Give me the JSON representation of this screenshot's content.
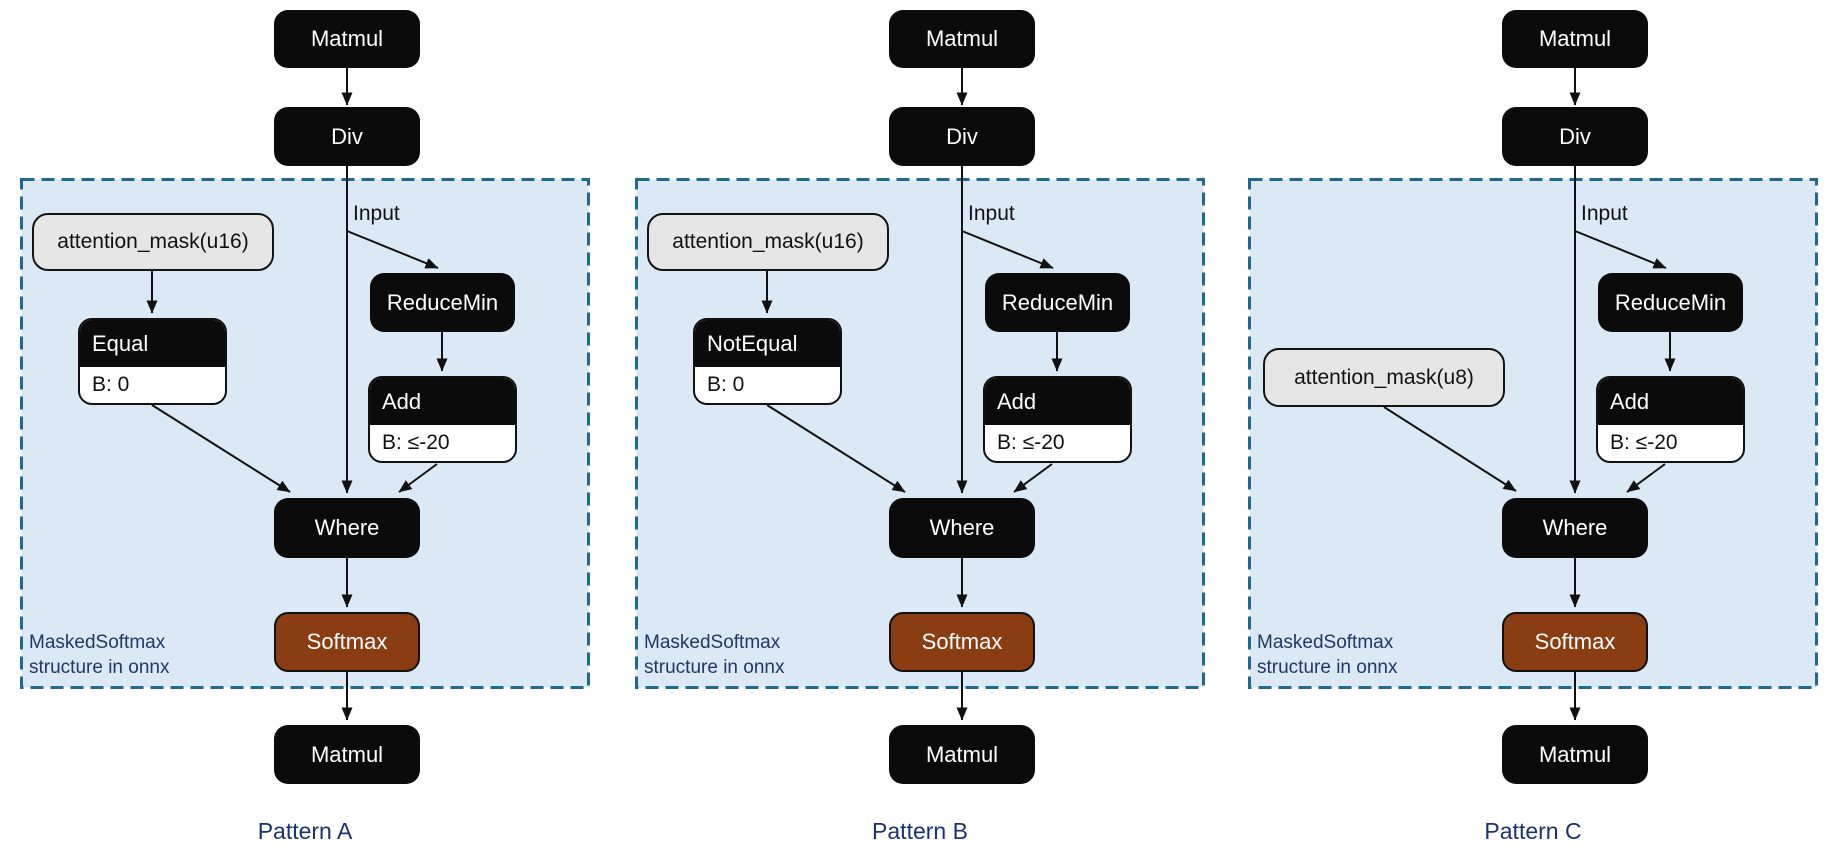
{
  "diagram_caption": {
    "line1": "MaskedSoftmax",
    "line2": "structure in onnx"
  },
  "colors": {
    "node_black": "#0b0b0b",
    "softmax_brown": "#8a3d12",
    "mask_gray": "#e7e6e6",
    "region_fill": "#dbe8f6",
    "region_border": "#1e6a8c",
    "caption_navy": "#1f3864",
    "arrow_black": "#111111"
  },
  "patterns": [
    {
      "label": "Pattern A",
      "edge_label": "Input",
      "caption_line1": "MaskedSoftmax",
      "caption_line2": "structure in onnx",
      "nodes": {
        "matmul_top": "Matmul",
        "div": "Div",
        "mask": "attention_mask(u16)",
        "compare_op": "Equal",
        "compare_attr": "B: 0",
        "reducemin": "ReduceMin",
        "add_op": "Add",
        "add_attr": "B: ≤-20",
        "where": "Where",
        "softmax": "Softmax",
        "matmul_bottom": "Matmul"
      }
    },
    {
      "label": "Pattern B",
      "edge_label": "Input",
      "caption_line1": "MaskedSoftmax",
      "caption_line2": "structure in onnx",
      "nodes": {
        "matmul_top": "Matmul",
        "div": "Div",
        "mask": "attention_mask(u16)",
        "compare_op": "NotEqual",
        "compare_attr": "B: 0",
        "reducemin": "ReduceMin",
        "add_op": "Add",
        "add_attr": "B: ≤-20",
        "where": "Where",
        "softmax": "Softmax",
        "matmul_bottom": "Matmul"
      }
    },
    {
      "label": "Pattern C",
      "edge_label": "Input",
      "caption_line1": "MaskedSoftmax",
      "caption_line2": "structure in onnx",
      "nodes": {
        "matmul_top": "Matmul",
        "div": "Div",
        "mask": "attention_mask(u8)",
        "reducemin": "ReduceMin",
        "add_op": "Add",
        "add_attr": "B: ≤-20",
        "where": "Where",
        "softmax": "Softmax",
        "matmul_bottom": "Matmul"
      }
    }
  ]
}
